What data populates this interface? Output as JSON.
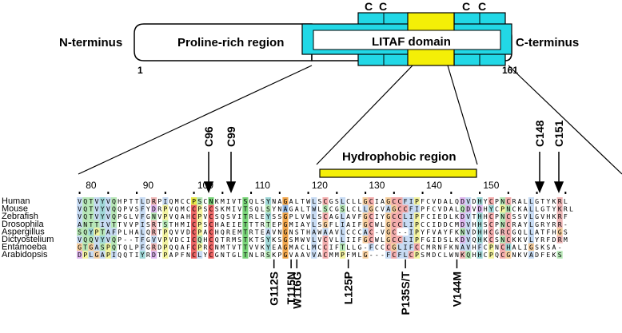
{
  "domain_labels": {
    "n_terminus": "N-terminus",
    "c_terminus": "C-terminus",
    "proline_region": "Proline-rich region",
    "litaf_domain": "LITAF domain",
    "start_pos": "1",
    "end_pos": "161",
    "hydrophobic_region": "Hydrophobic region"
  },
  "cysteine_markers": [
    "C",
    "C",
    "C",
    "C"
  ],
  "cysteine_callouts": [
    "C96",
    "C99",
    "C148",
    "C151"
  ],
  "ruler_ticks": [
    "80",
    "90",
    "100",
    "110",
    "120",
    "130",
    "140",
    "150"
  ],
  "species": [
    "Human",
    "Mouse",
    "Zebrafish",
    "Drosophila",
    "Aspergillus",
    "Dictyostelium",
    "Entamoeba",
    "Arabidopsis"
  ],
  "sequences": [
    "VQTVYVQHPTTLDRPIQMCCPSCNKMIVTSQLSYNAGALTWLSCGSLCLLGCIAGCCFIPFCVDALQDVDHYCPNCRALLGTYKRL",
    "VQTVYVQQPVSFYDRPVQMCCPSCSKMIVTSQLSYNAGALTWLSCGSLCLLGCVAGCCFIPFCVDALQDVDHYCPNCKALLGTYKRL",
    "VQTVYVQPGLVFGNVPVQAHCPVCSQSVITRLEYSSGPLVWLSCAGLAVFGCIYGCCLIPFCIEDLKDVTHHCPNCSSVLGVHKRF",
    "ANTTIVTTVVPISRTSTHMICPSCHAEIETTTRTEPGMIAYLSGFLIAIFGCWLGCCLIPCCIDDCMDVHHSCPNCRAYLGRYRR-",
    "SQYPTAFPLHALQRTPQVVDCPACHQREMTRTEAVNGNSTHAWAAVLCCCAC-VGC--IPYFVAYFKNVDHHCGRCGQLLATFHGS",
    "VQQVYVQP--TFGVVPVDCICQHCQTRMSTKTSYKSGSMWVLVCVLLIIFGCWLGCCLIPFGIDSLKDVQHKCSNCKKVLYRFDRM",
    "GTGASPQTQLPFGRDPQQAFCPRCNMTVTTVVKYEAGMACLMCCIFTLLG-FCCCGLIFCCMRNFKNAVHFCPNCHALIGSKSA-",
    "DPLGAPIQQTIYRDTPAPFNCLYCGNTGLTNLRSKPGVAAVVACMMPFMLG---FCFLCPSMDCLWNKQHHCPQCGNKVADFEKS"
  ],
  "mutations": [
    "G112S",
    "T115N",
    "W116G",
    "L125P",
    "P135S/T",
    "V144M"
  ],
  "colors": {
    "cyan_box": "#22d8e6",
    "yellow_box": "#f4ef07",
    "cys_column": "#e85a5a",
    "gly_column": "#f0a040",
    "pro_column": "#e8e840",
    "hydrophobic": "#8fb8e8",
    "polar": "#70d070",
    "aromatic": "#40b0b0",
    "acidic": "#c070e0",
    "basic": "#e07070"
  }
}
